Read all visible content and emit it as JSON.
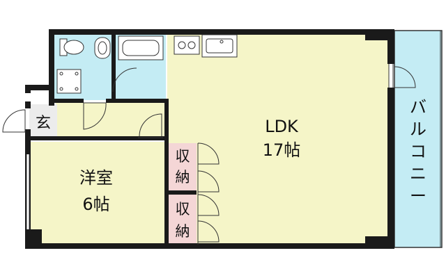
{
  "rooms": {
    "ldk": {
      "name": "LDK",
      "size": "17帖"
    },
    "western": {
      "name": "洋室",
      "size": "6帖"
    },
    "entrance": {
      "name": "玄"
    },
    "closet_upper": {
      "name_top": "収",
      "name_bottom": "納"
    },
    "closet_lower": {
      "name_top": "収",
      "name_bottom": "納"
    },
    "balcony": {
      "name": [
        "バ",
        "ル",
        "コ",
        "ニ",
        "ー"
      ]
    }
  },
  "colors": {
    "wall": "#1a1a1a",
    "room_fill": "#f5f5c8",
    "wet_fill": "#c4ecf4",
    "balcony_fill": "#c4ecf4",
    "closet_fill": "#f4d6d6",
    "entrance_fill": "#ececec"
  }
}
